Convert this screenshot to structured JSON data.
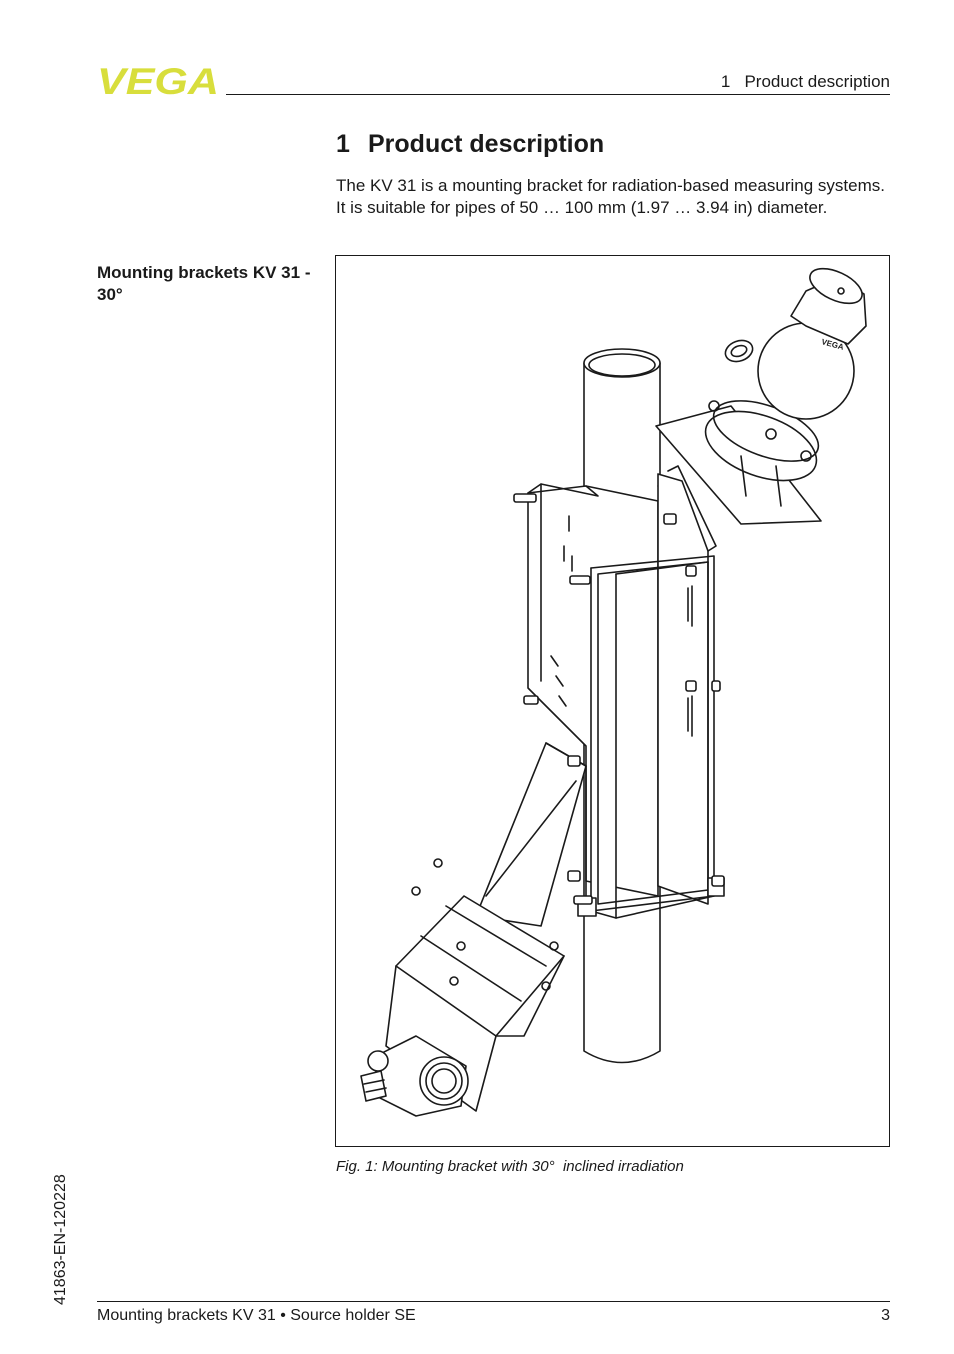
{
  "header": {
    "logo_text": "VEGA",
    "brand_color": "#d8de3c",
    "section": "1   Product description"
  },
  "chapter": {
    "number": "1",
    "title": "Product description"
  },
  "intro_text": "The KV 31 is a mounting bracket for radiation-based measuring systems. It is suitable for pipes of 50 … 100 mm (1.97 … 3.94 in) diameter.",
  "margin_note": "Mounting brackets KV 31 - 30°",
  "figure": {
    "caption": "Fig. 1: Mounting bracket with 30°  inclined irradiation",
    "label_on_device": "VEGA"
  },
  "doc_number": "41863-EN-120228",
  "footer": {
    "text": "Mounting brackets KV 31 • Source holder SE",
    "page": "3"
  }
}
